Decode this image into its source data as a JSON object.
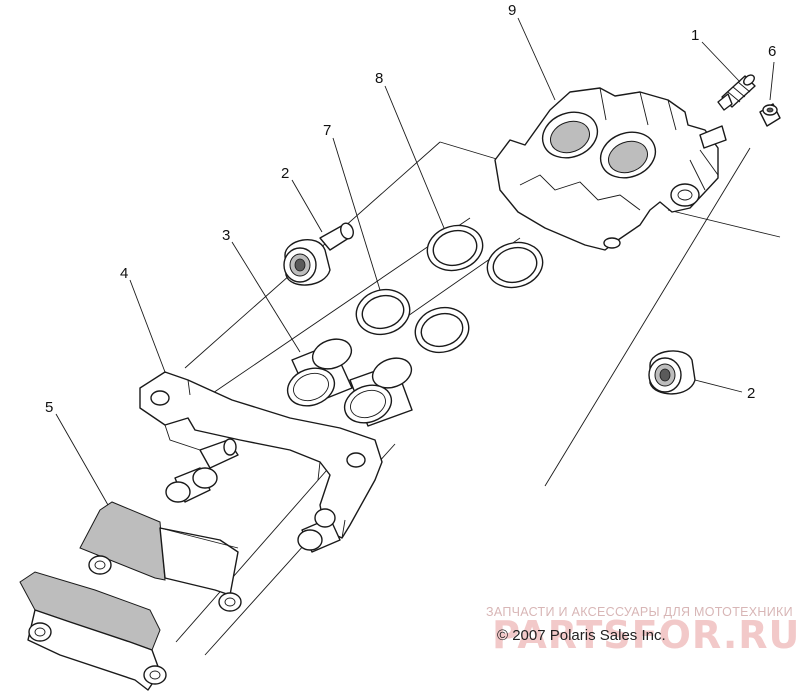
{
  "callouts": {
    "c1": "1",
    "c2a": "2",
    "c2b": "2",
    "c3": "3",
    "c4": "4",
    "c5": "5",
    "c6": "6",
    "c7": "7",
    "c8": "8",
    "c9": "9"
  },
  "watermark": {
    "tagline": "ЗАПЧАСТИ И АКСЕССУАРЫ ДЛЯ МОТОТЕХНИКИ",
    "site": "PARTSFOR.RU"
  },
  "copyright": "© 2007 Polaris Sales Inc.",
  "colors": {
    "line": "#1a1a1a",
    "watermark": "#f2c9c9",
    "background": "#ffffff"
  }
}
